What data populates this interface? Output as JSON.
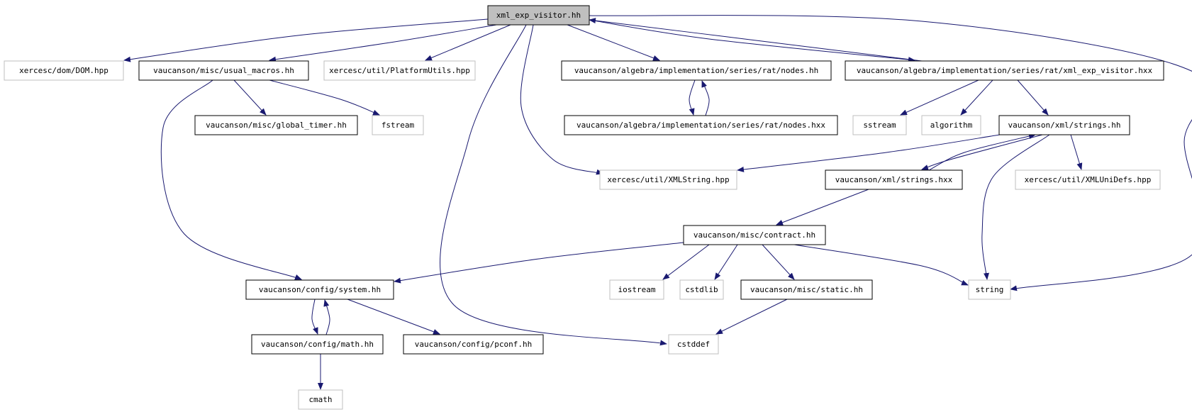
{
  "colors": {
    "edge": "#191970",
    "root_fill": "#bfbfbf",
    "documented_border": "#000000",
    "undocumented_border": "#bfbfbf"
  },
  "nodes": {
    "root": {
      "label": "xml_exp_visitor.hh",
      "kind": "root"
    },
    "dom": {
      "label": "xercesc/dom/DOM.hpp",
      "kind": "external"
    },
    "usual_macros": {
      "label": "vaucanson/misc/usual_macros.hh",
      "kind": "documented"
    },
    "platformutils": {
      "label": "xercesc/util/PlatformUtils.hpp",
      "kind": "external"
    },
    "nodes_hh": {
      "label": "vaucanson/algebra/implementation/series/rat/nodes.hh",
      "kind": "documented"
    },
    "xml_exp_visitor_hxx": {
      "label": "vaucanson/algebra/implementation/series/rat/xml_exp_visitor.hxx",
      "kind": "documented"
    },
    "global_timer": {
      "label": "vaucanson/misc/global_timer.hh",
      "kind": "documented"
    },
    "fstream": {
      "label": "fstream",
      "kind": "external"
    },
    "nodes_hxx": {
      "label": "vaucanson/algebra/implementation/series/rat/nodes.hxx",
      "kind": "documented"
    },
    "sstream": {
      "label": "sstream",
      "kind": "external"
    },
    "algorithm": {
      "label": "algorithm",
      "kind": "external"
    },
    "strings_hh": {
      "label": "vaucanson/xml/strings.hh",
      "kind": "documented"
    },
    "xmlstring": {
      "label": "xercesc/util/XMLString.hpp",
      "kind": "external"
    },
    "strings_hxx": {
      "label": "vaucanson/xml/strings.hxx",
      "kind": "documented"
    },
    "xmlunidefs": {
      "label": "xercesc/util/XMLUniDefs.hpp",
      "kind": "external"
    },
    "contract": {
      "label": "vaucanson/misc/contract.hh",
      "kind": "documented"
    },
    "system": {
      "label": "vaucanson/config/system.hh",
      "kind": "documented"
    },
    "iostream": {
      "label": "iostream",
      "kind": "external"
    },
    "cstdlib": {
      "label": "cstdlib",
      "kind": "external"
    },
    "static": {
      "label": "vaucanson/misc/static.hh",
      "kind": "documented"
    },
    "string": {
      "label": "string",
      "kind": "external"
    },
    "math": {
      "label": "vaucanson/config/math.hh",
      "kind": "documented"
    },
    "pconf": {
      "label": "vaucanson/config/pconf.hh",
      "kind": "documented"
    },
    "cstddef": {
      "label": "cstddef",
      "kind": "external"
    },
    "cmath": {
      "label": "cmath",
      "kind": "external"
    }
  },
  "edges": [
    [
      "root",
      "dom"
    ],
    [
      "root",
      "usual_macros"
    ],
    [
      "root",
      "platformutils"
    ],
    [
      "root",
      "nodes_hh"
    ],
    [
      "root",
      "xml_exp_visitor_hxx"
    ],
    [
      "root",
      "xmlstring"
    ],
    [
      "root",
      "cstddef"
    ],
    [
      "root",
      "string"
    ],
    [
      "usual_macros",
      "global_timer"
    ],
    [
      "usual_macros",
      "fstream"
    ],
    [
      "usual_macros",
      "system"
    ],
    [
      "nodes_hh",
      "nodes_hxx"
    ],
    [
      "nodes_hxx",
      "nodes_hh"
    ],
    [
      "xml_exp_visitor_hxx",
      "root"
    ],
    [
      "xml_exp_visitor_hxx",
      "sstream"
    ],
    [
      "xml_exp_visitor_hxx",
      "algorithm"
    ],
    [
      "xml_exp_visitor_hxx",
      "strings_hh"
    ],
    [
      "strings_hh",
      "xmlstring"
    ],
    [
      "strings_hh",
      "strings_hxx"
    ],
    [
      "strings_hh",
      "xmlunidefs"
    ],
    [
      "strings_hh",
      "string"
    ],
    [
      "strings_hxx",
      "strings_hh"
    ],
    [
      "strings_hxx",
      "contract"
    ],
    [
      "contract",
      "system"
    ],
    [
      "contract",
      "iostream"
    ],
    [
      "contract",
      "cstdlib"
    ],
    [
      "contract",
      "static"
    ],
    [
      "contract",
      "string"
    ],
    [
      "static",
      "cstddef"
    ],
    [
      "system",
      "math"
    ],
    [
      "system",
      "pconf"
    ],
    [
      "math",
      "system"
    ],
    [
      "math",
      "cmath"
    ]
  ]
}
